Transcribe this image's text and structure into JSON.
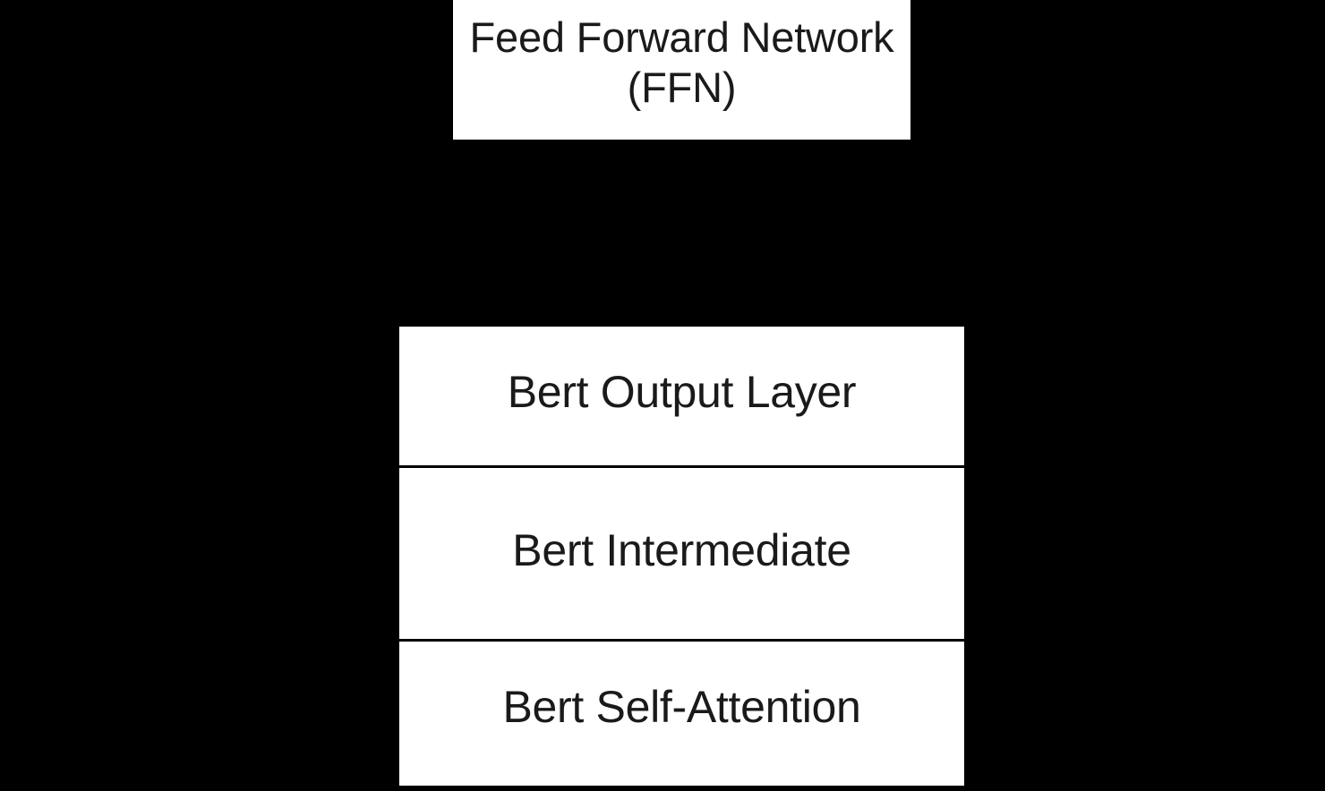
{
  "diagram": {
    "title": "BERT layer block diagram",
    "background_color": "#000000",
    "node_fill_color": "#ffffff",
    "node_border_color": "#000000",
    "text_color": "#1a1a1a",
    "nodes": [
      {
        "id": "ffn",
        "label": "Feed Forward Network\n(FFN)",
        "line1": "Feed Forward Network",
        "line2": "(FFN)"
      }
    ],
    "stack": {
      "id": "bert-stack",
      "cells": [
        {
          "id": "bert-output-layer",
          "label": "Bert Output Layer"
        },
        {
          "id": "bert-intermediate",
          "label": "Bert Intermediate"
        },
        {
          "id": "bert-self-attention",
          "label": "Bert Self-Attention"
        }
      ]
    }
  }
}
